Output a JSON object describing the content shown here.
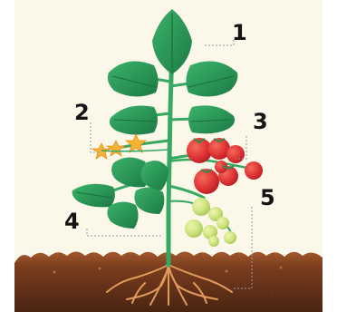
{
  "labels": [
    "1",
    "2",
    "3",
    "4",
    "5"
  ],
  "colors": {
    "background": "#fbf7e9",
    "leaf": "#2a9a5c",
    "leaf_dark": "#1d7a46",
    "stem": "#35a862",
    "tomato_red": "#e23a3a",
    "tomato_green": "#c8e07a",
    "flower": "#f5b233",
    "soil_top": "#a0552a",
    "soil_deep": "#4d2613",
    "root": "#e09a5a",
    "leader": "#9a9a9a"
  }
}
